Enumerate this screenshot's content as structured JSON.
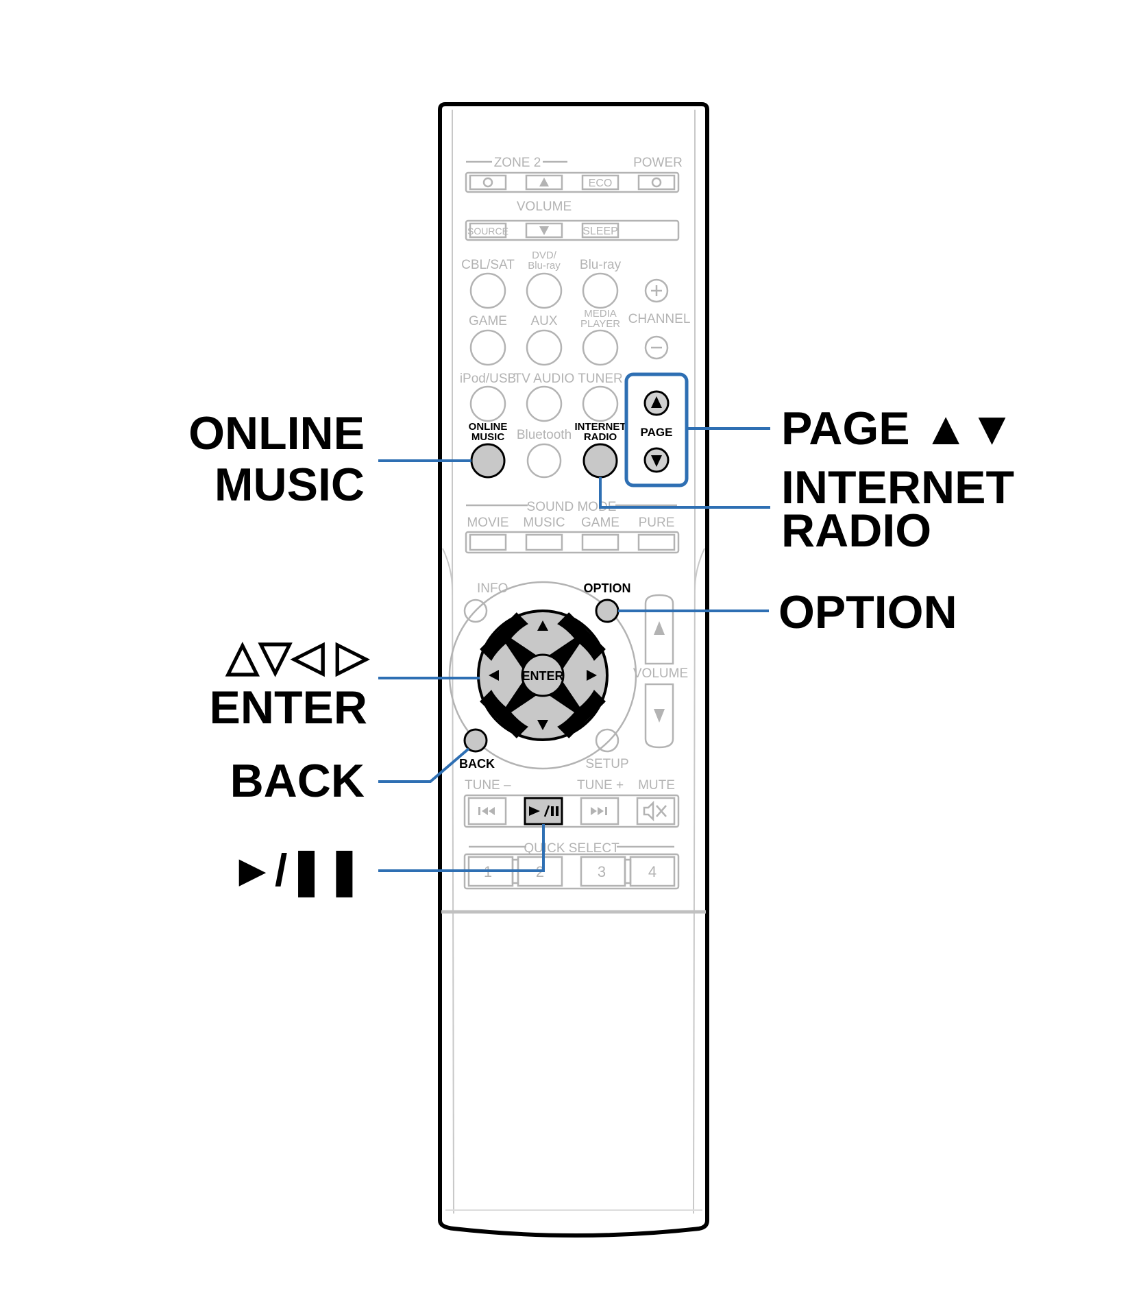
{
  "remote": {
    "zone2_label": "ZONE 2",
    "power_label": "POWER",
    "eco_label": "ECO",
    "volume_label": "VOLUME",
    "source_label": "SOURCE",
    "sleep_label": "SLEEP",
    "sources_row1": [
      "CBL/SAT",
      "DVD/",
      "Blu-ray",
      "Blu-ray"
    ],
    "sources_row2": [
      "GAME",
      "AUX",
      "MEDIA",
      "PLAYER",
      "CHANNEL"
    ],
    "sources_row3": [
      "iPod/USB",
      "TV AUDIO",
      "TUNER"
    ],
    "online_music": [
      "ONLINE",
      "MUSIC"
    ],
    "bluetooth_label": "Bluetooth",
    "internet_radio": [
      "INTERNET",
      "RADIO"
    ],
    "page_label": "PAGE",
    "sound_mode_label": "SOUND MODE",
    "sound_modes": [
      "MOVIE",
      "MUSIC",
      "GAME",
      "PURE"
    ],
    "info_label": "INFO",
    "option_label": "OPTION",
    "enter_label": "ENTER",
    "volume_side_label": "VOLUME",
    "back_label": "BACK",
    "setup_label": "SETUP",
    "tune_minus_label": "TUNE –",
    "tune_plus_label": "TUNE +",
    "mute_label": "MUTE",
    "quick_select_label": "QUICK SELECT",
    "quick_select_numbers": [
      "1",
      "2",
      "3",
      "4"
    ]
  },
  "callouts": {
    "online_music": [
      "ONLINE",
      "MUSIC"
    ],
    "page": "PAGE ▲▼",
    "internet_radio": [
      "INTERNET",
      "RADIO"
    ],
    "option": "OPTION",
    "cursor": "△▽◁ ▷",
    "enter": "ENTER",
    "back": "BACK",
    "play_pause": "►/❚❚"
  },
  "colors": {
    "leader_line": "#2e6fb3",
    "highlight_button": "#c8c8c8",
    "faint_text": "#b3b3b3"
  }
}
